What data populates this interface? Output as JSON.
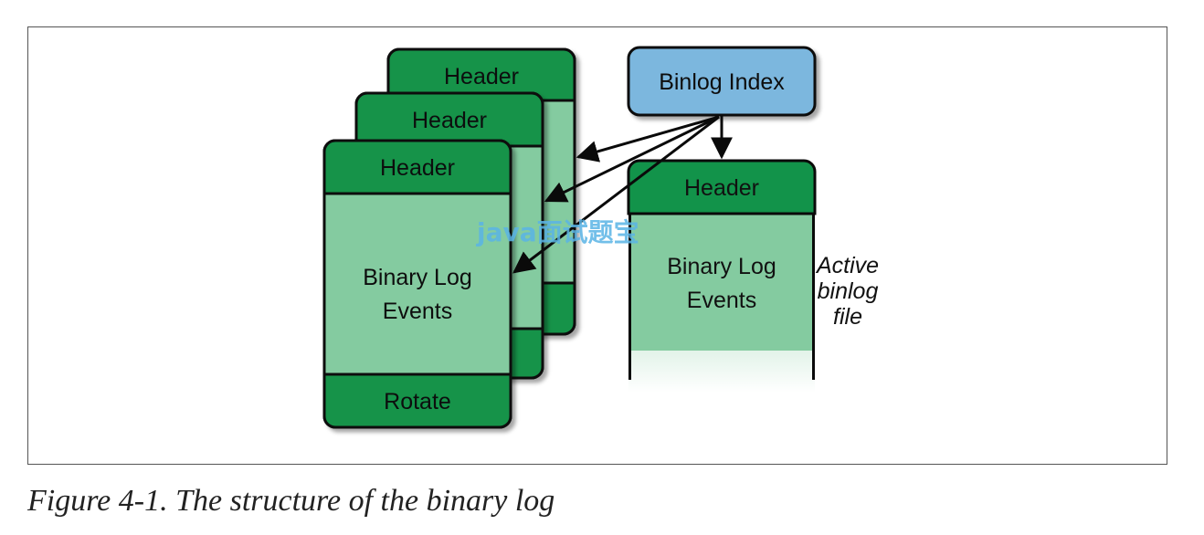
{
  "diagram": {
    "files": [
      {
        "header": "Header"
      },
      {
        "header": "Header"
      },
      {
        "header": "Header",
        "body": [
          "Binary Log",
          "Events"
        ],
        "footer": "Rotate"
      }
    ],
    "index_label": "Binlog Index",
    "active_file": {
      "header": "Header",
      "body": [
        "Binary Log",
        "Events"
      ]
    },
    "active_note": [
      "Active",
      "binlog",
      "file"
    ],
    "watermark": "java面试题宝"
  },
  "caption": "Figure 4-1. The structure of the binary log",
  "colors": {
    "header_green": "#12934a",
    "body_green": "#84cba0",
    "index_blue": "#7bb7de",
    "outline": "#0a0a0a"
  }
}
